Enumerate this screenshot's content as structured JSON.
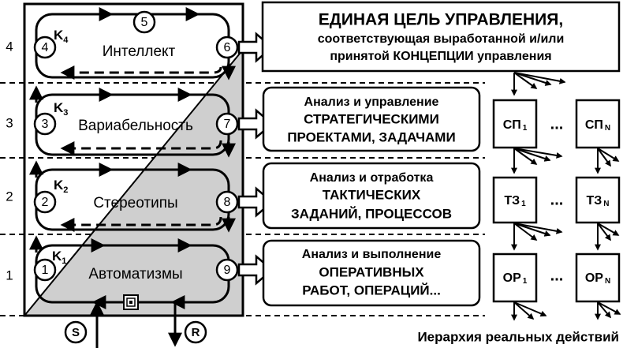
{
  "levels": [
    {
      "number": "4",
      "k_main": "K",
      "k_sub": "4",
      "name": "Интеллект",
      "left_node": "4",
      "right_node": "6"
    },
    {
      "number": "3",
      "k_main": "K",
      "k_sub": "3",
      "name": "Вариабельность",
      "left_node": "3",
      "right_node": "7"
    },
    {
      "number": "2",
      "k_main": "K",
      "k_sub": "2",
      "name": "Стереотипы",
      "left_node": "2",
      "right_node": "8"
    },
    {
      "number": "1",
      "k_main": "K",
      "k_sub": "1",
      "name": "Автоматизмы",
      "left_node": "1",
      "right_node": "9"
    }
  ],
  "top_node": "5",
  "inputs": {
    "s": "S",
    "r": "R"
  },
  "goal_box": {
    "line1": "ЕДИНАЯ ЦЕЛЬ УПРАВЛЕНИЯ,",
    "line2": "соответствующая выработанной и/или",
    "line3": "принятой КОНЦЕПЦИИ управления"
  },
  "level_boxes": [
    {
      "line1": "Анализ и управление",
      "line2": "СТРАТЕГИЧЕСКИМИ",
      "line3": "ПРОЕКТАМИ, ЗАДАЧАМИ"
    },
    {
      "line1": "Анализ и отработка",
      "line2": "ТАКТИЧЕСКИХ",
      "line3": "ЗАДАНИЙ, ПРОЦЕССОВ"
    },
    {
      "line1": "Анализ и выполнение",
      "line2": "ОПЕРАТИВНЫХ",
      "line3": "РАБОТ, ОПЕРАЦИЙ..."
    }
  ],
  "hierarchy": [
    {
      "main": "СП",
      "first_sub": "1",
      "last_sub": "N"
    },
    {
      "main": "ТЗ",
      "first_sub": "1",
      "last_sub": "N"
    },
    {
      "main": "ОР",
      "first_sub": "1",
      "last_sub": "N"
    }
  ],
  "ellipsis": "...",
  "caption": "Иерархия реальных действий"
}
